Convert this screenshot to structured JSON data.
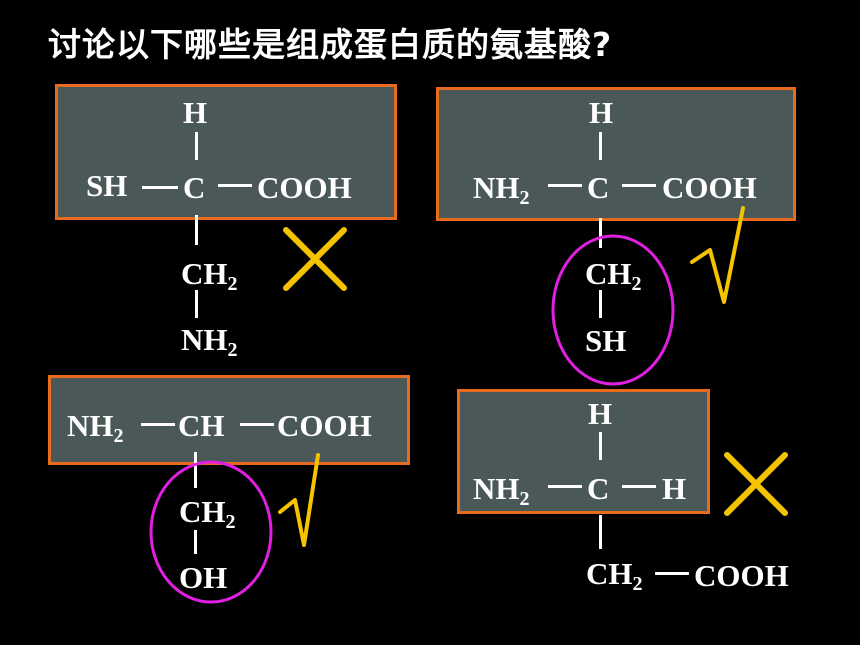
{
  "title": "讨论以下哪些是组成蛋白质的氨基酸?",
  "molecules": {
    "m1": {
      "h": "H",
      "left": "SH",
      "center": "C",
      "right": "COOH",
      "ch2_main": "CH",
      "ch2_sub": "2",
      "nh2_main": "NH",
      "nh2_sub": "2",
      "mark": "cross"
    },
    "m2": {
      "h": "H",
      "nh2_main": "NH",
      "nh2_sub": "2",
      "center": "C",
      "right": "COOH",
      "ch2_main": "CH",
      "ch2_sub": "2",
      "bottom": "SH",
      "mark": "check"
    },
    "m3": {
      "nh2_main": "NH",
      "nh2_sub": "2",
      "center": "CH",
      "right": "COOH",
      "ch2_main": "CH",
      "ch2_sub": "2",
      "bottom": "OH",
      "mark": "check"
    },
    "m4": {
      "h": "H",
      "nh2_main": "NH",
      "nh2_sub": "2",
      "center": "C",
      "right": "H",
      "ch2_main": "CH",
      "ch2_sub": "2",
      "tail": "COOH",
      "mark": "cross"
    }
  },
  "colors": {
    "box_fill": "#4a5858",
    "box_border": "#e86a1c",
    "cross": "#f5c400",
    "check": "#f5c400",
    "circle": "#e020e0"
  }
}
